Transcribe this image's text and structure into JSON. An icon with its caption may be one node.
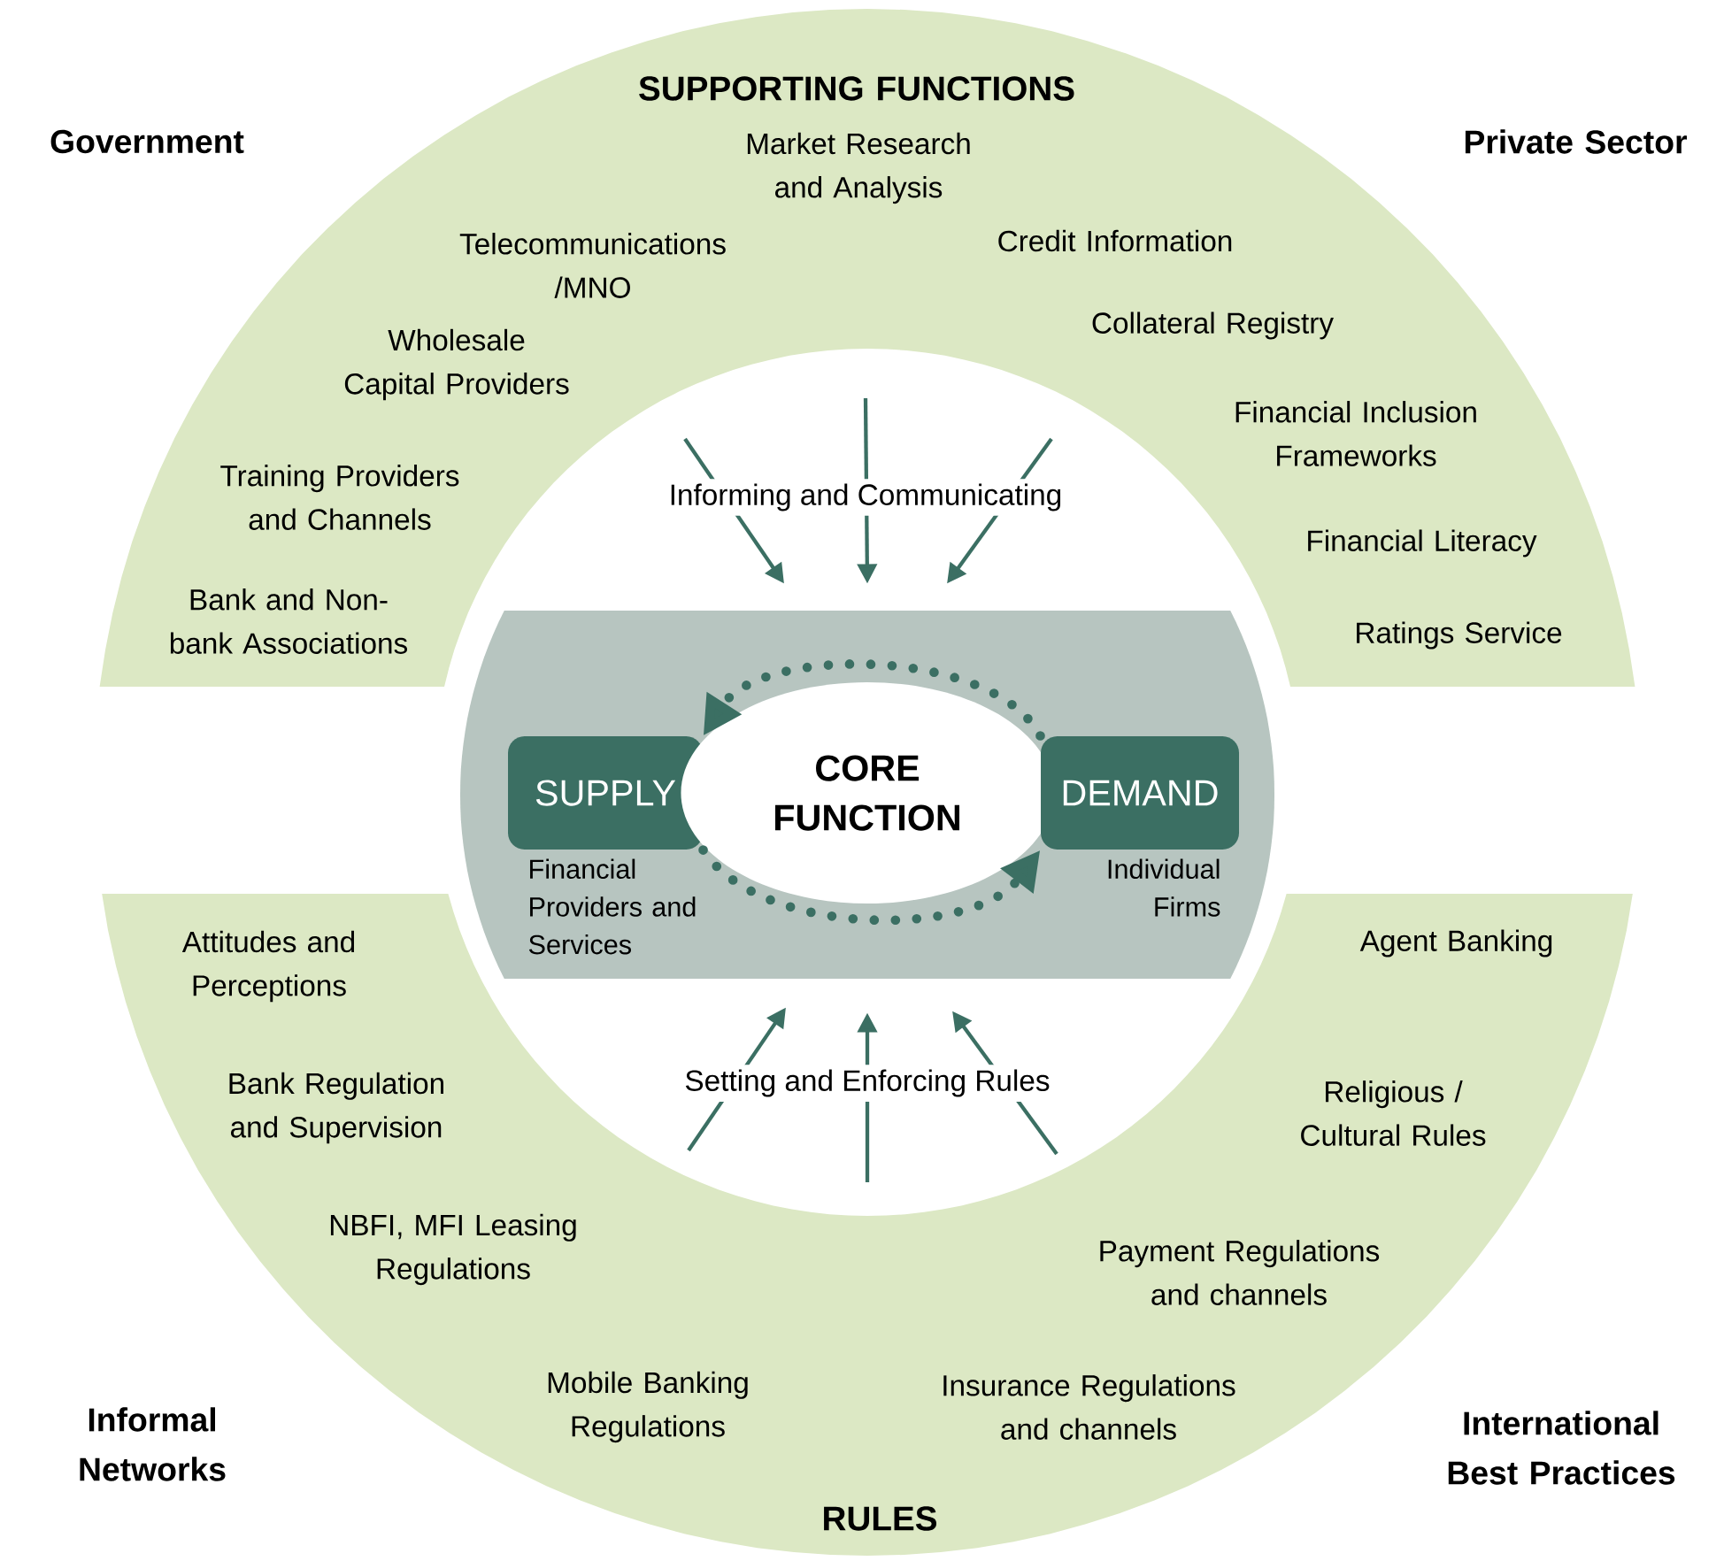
{
  "diagram": {
    "nodes": [
      {
        "text": [
          "SUPPORTING FUNCTIONS",
          "Market Research and Analysis",
          "Telecommunications /MNO",
          "Credit Information",
          "Wholesale Capital Providers",
          "Collateral Registry",
          "Training Providers and Channels",
          "Financial Inclusion Frameworks",
          "Bank and Non-bank Associations",
          "Financial Literacy",
          "Ratings Service"
        ]
      },
      {
        "text": [
          "RULES",
          "Attitudes and Perceptions",
          "Agent Banking",
          "Bank Regulation and Supervision",
          "Religious / Cultural Rules",
          "NBFI, MFI Leasing Regulations",
          "Payment Regulations and channels",
          "Mobile Banking Regulations",
          "Insurance Regulations and channels"
        ]
      },
      {
        "text": [],
        "shape": "box"
      },
      {
        "text": [
          "SUPPLY"
        ],
        "in": 2,
        "beside": [
          "Financial Providers and Services"
        ]
      },
      {
        "text": [
          "CORE FUNCTION"
        ],
        "in": 2
      },
      {
        "text": [
          "DEMAND"
        ],
        "in": 2,
        "beside": [
          "Individual Firms"
        ]
      }
    ],
    "edges": [
      {
        "from": 5,
        "to": 3,
        "arrow": "to",
        "style": "dashed"
      },
      {
        "from": 3,
        "to": 5,
        "arrow": "to",
        "style": "dashed"
      },
      {
        "from": 0,
        "to": 2,
        "arrow": "to"
      },
      {
        "from": 0,
        "to": 2,
        "arrow": "to",
        "label": "Informing and Communicating"
      },
      {
        "from": 0,
        "to": 2,
        "arrow": "to"
      },
      {
        "from": 1,
        "to": 2,
        "arrow": "to"
      },
      {
        "from": 1,
        "to": 2,
        "arrow": "to",
        "label": "Setting and Enforcing Rules"
      },
      {
        "from": 1,
        "to": 2,
        "arrow": "to"
      }
    ],
    "labels": [
      "Government",
      "Private Sector",
      "Informal Networks",
      "International Best Practices"
    ]
  }
}
